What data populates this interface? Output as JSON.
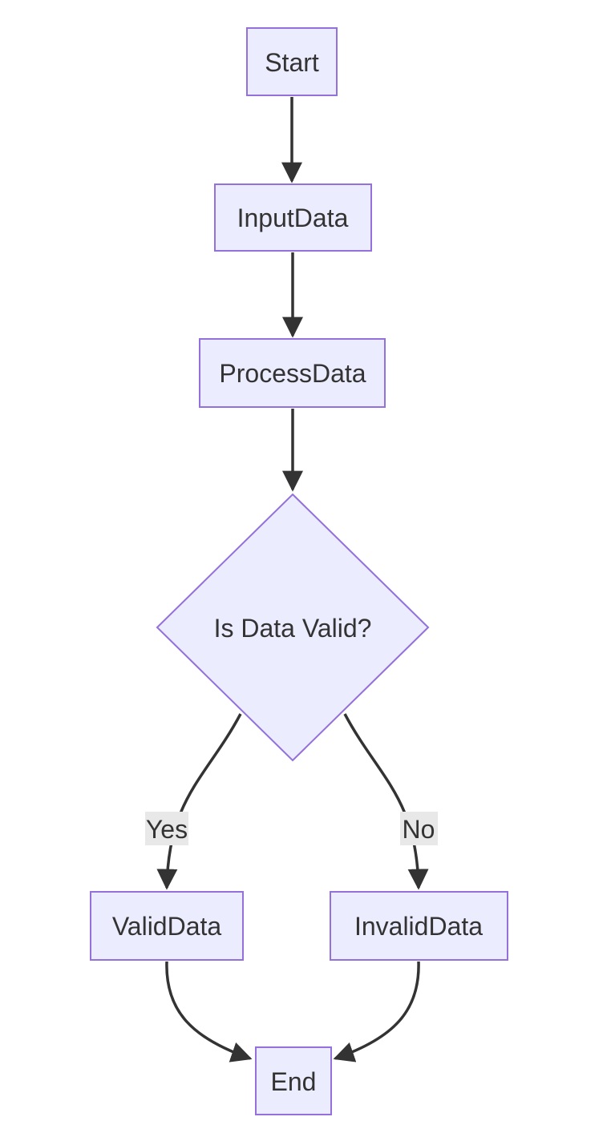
{
  "diagram": {
    "type": "flowchart",
    "direction": "top-down",
    "colors": {
      "node_fill": "#ECECFF",
      "node_border": "#9370DB",
      "edge_color": "#333333",
      "text_color": "#333333",
      "edge_label_bg": "#e8e8e8",
      "background": "#ffffff"
    },
    "nodes": [
      {
        "id": "start",
        "shape": "rectangle",
        "label": "Start"
      },
      {
        "id": "input_data",
        "shape": "rectangle",
        "label": "InputData"
      },
      {
        "id": "process_data",
        "shape": "rectangle",
        "label": "ProcessData"
      },
      {
        "id": "is_data_valid",
        "shape": "diamond",
        "label": "Is Data Valid?"
      },
      {
        "id": "valid_data",
        "shape": "rectangle",
        "label": "ValidData"
      },
      {
        "id": "invalid_data",
        "shape": "rectangle",
        "label": "InvalidData"
      },
      {
        "id": "end",
        "shape": "rectangle",
        "label": "End"
      }
    ],
    "edges": [
      {
        "from": "start",
        "to": "input_data",
        "label": ""
      },
      {
        "from": "input_data",
        "to": "process_data",
        "label": ""
      },
      {
        "from": "process_data",
        "to": "is_data_valid",
        "label": ""
      },
      {
        "from": "is_data_valid",
        "to": "valid_data",
        "label": "Yes"
      },
      {
        "from": "is_data_valid",
        "to": "invalid_data",
        "label": "No"
      },
      {
        "from": "valid_data",
        "to": "end",
        "label": ""
      },
      {
        "from": "invalid_data",
        "to": "end",
        "label": ""
      }
    ]
  }
}
